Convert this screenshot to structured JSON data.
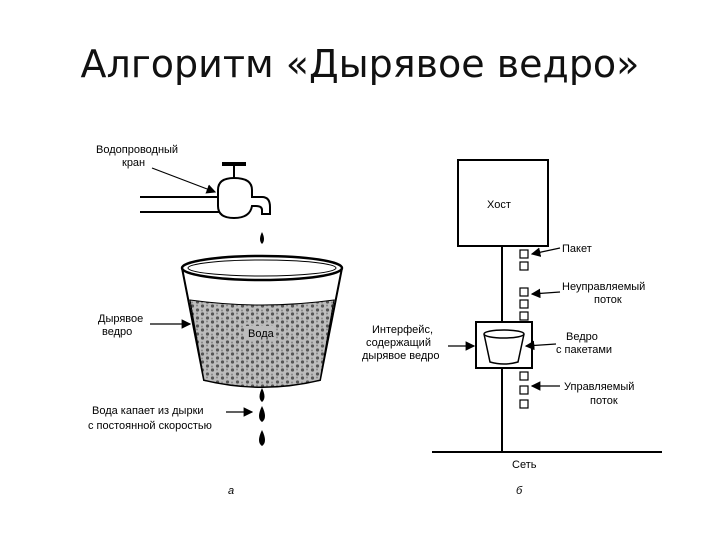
{
  "title": "Алгоритм «Дырявое ведро»",
  "left": {
    "tap_label": [
      "Водопроводный",
      "кран"
    ],
    "bucket_label": [
      "Дырявое",
      "ведро"
    ],
    "water_label": "Вода",
    "drip_label": [
      "Вода капает из дырки",
      "с постоянной скоростью"
    ],
    "caption": "а"
  },
  "right": {
    "host_label": "Хост",
    "packet_label": "Пакет",
    "unregulated_label": [
      "Неуправляемый",
      "поток"
    ],
    "interface_label": [
      "Интерфейс,",
      "содержащий",
      "дырявое ведро"
    ],
    "bucket_label": [
      "Ведро",
      "с пакетами"
    ],
    "regulated_label": [
      "Управляемый",
      "поток"
    ],
    "network_label": "Сеть",
    "caption": "б"
  }
}
